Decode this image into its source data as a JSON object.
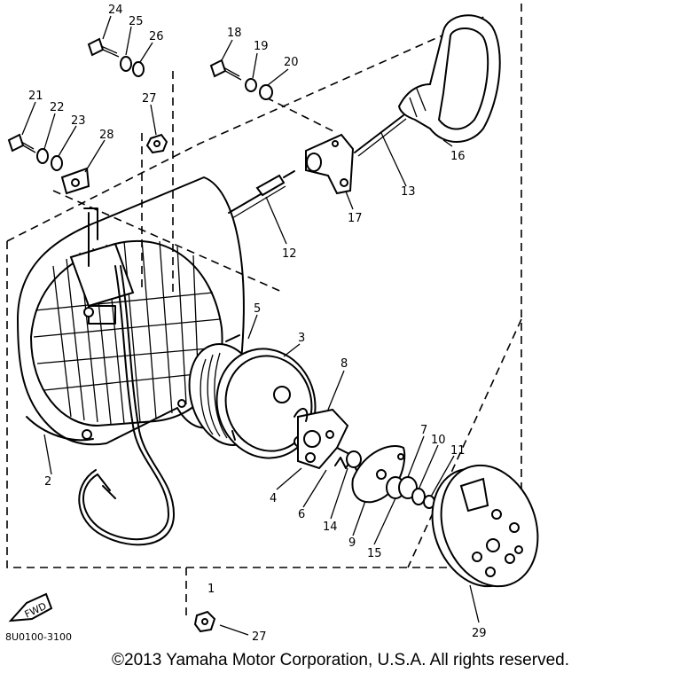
{
  "diagram": {
    "callouts": [
      {
        "id": "24",
        "label": "24"
      },
      {
        "id": "25",
        "label": "25"
      },
      {
        "id": "26",
        "label": "26"
      },
      {
        "id": "18",
        "label": "18"
      },
      {
        "id": "19",
        "label": "19"
      },
      {
        "id": "20",
        "label": "20"
      },
      {
        "id": "21",
        "label": "21"
      },
      {
        "id": "22",
        "label": "22"
      },
      {
        "id": "23",
        "label": "23"
      },
      {
        "id": "27a",
        "label": "27"
      },
      {
        "id": "28",
        "label": "28"
      },
      {
        "id": "16",
        "label": "16"
      },
      {
        "id": "13",
        "label": "13"
      },
      {
        "id": "17",
        "label": "17"
      },
      {
        "id": "12",
        "label": "12"
      },
      {
        "id": "5",
        "label": "5"
      },
      {
        "id": "3",
        "label": "3"
      },
      {
        "id": "8",
        "label": "8"
      },
      {
        "id": "2",
        "label": "2"
      },
      {
        "id": "4",
        "label": "4"
      },
      {
        "id": "6",
        "label": "6"
      },
      {
        "id": "14",
        "label": "14"
      },
      {
        "id": "9",
        "label": "9"
      },
      {
        "id": "15",
        "label": "15"
      },
      {
        "id": "7",
        "label": "7"
      },
      {
        "id": "10",
        "label": "10"
      },
      {
        "id": "11",
        "label": "11"
      },
      {
        "id": "29",
        "label": "29"
      },
      {
        "id": "1",
        "label": "1"
      },
      {
        "id": "27b",
        "label": "27"
      }
    ],
    "fwd_label": "FWD",
    "part_code": "8U0100-3100",
    "copyright": "©2013 Yamaha Motor Corporation, U.S.A. All rights reserved."
  }
}
